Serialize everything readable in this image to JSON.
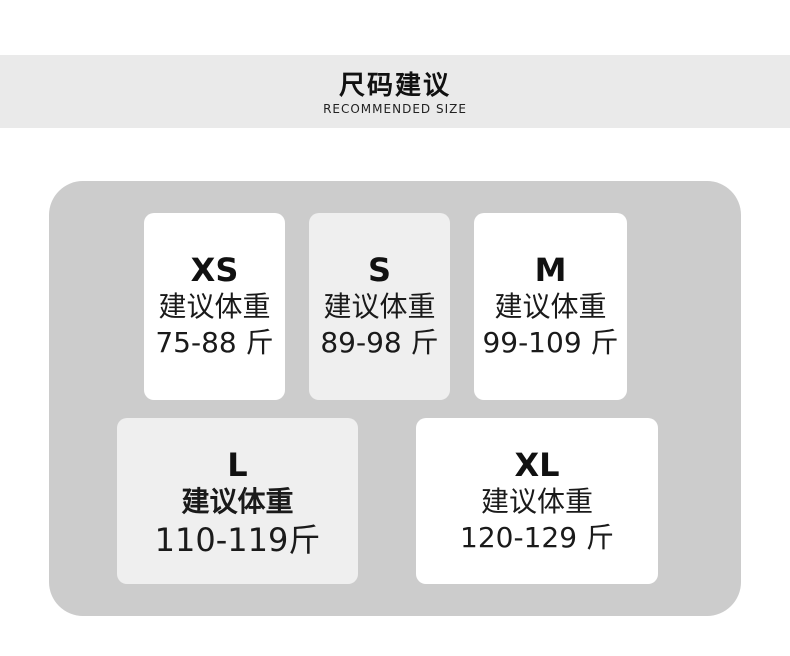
{
  "header": {
    "title": "尺码建议",
    "subtitle": "RECOMMENDED SIZE"
  },
  "cards": [
    {
      "size": "XS",
      "label": "建议体重",
      "range": "75-88 斤"
    },
    {
      "size": "S",
      "label": "建议体重",
      "range": "89-98 斤"
    },
    {
      "size": "M",
      "label": "建议体重",
      "range": "99-109 斤"
    },
    {
      "size": "L",
      "label": "建议体重",
      "range": "110-119斤"
    },
    {
      "size": "XL",
      "label": "建议体重",
      "range": "120-129 斤"
    }
  ]
}
